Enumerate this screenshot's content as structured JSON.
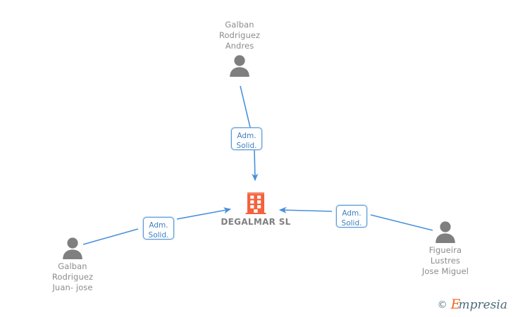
{
  "diagram": {
    "title": "DEGALMAR SL relationship graph",
    "background_color": "#ffffff",
    "edge_color": "#4a90d9",
    "company_color": "#f4613c",
    "person_color": "#7f7f7f",
    "label_text_color": "#3f7fc1",
    "label_border_color": "#5b9bd5"
  },
  "company": {
    "name": "DEGALMAR SL",
    "icon": "building-icon"
  },
  "people": [
    {
      "id": "galban-rodriguez-andres",
      "name": "Galban\nRodriguez\nAndres",
      "icon": "person-icon",
      "position": "top"
    },
    {
      "id": "galban-rodriguez-juan-jose",
      "name": "Galban\nRodriguez\nJuan- jose",
      "icon": "person-icon",
      "position": "bottom-left"
    },
    {
      "id": "figueira-lustres-jose-miguel",
      "name": "Figueira\nLustres\nJose Miguel",
      "icon": "person-icon",
      "position": "bottom-right"
    }
  ],
  "relations": [
    {
      "id": "rel-top",
      "label": "Adm.\nSolid.",
      "from": "galban-rodriguez-andres",
      "to": "DEGALMAR SL"
    },
    {
      "id": "rel-left",
      "label": "Adm.\nSolid.",
      "from": "galban-rodriguez-juan-jose",
      "to": "DEGALMAR SL"
    },
    {
      "id": "rel-right",
      "label": "Adm.\nSolid.",
      "from": "figueira-lustres-jose-miguel",
      "to": "DEGALMAR SL"
    }
  ],
  "watermark": {
    "copyright": "©",
    "brand_first": "E",
    "brand_rest": "mpresia"
  }
}
